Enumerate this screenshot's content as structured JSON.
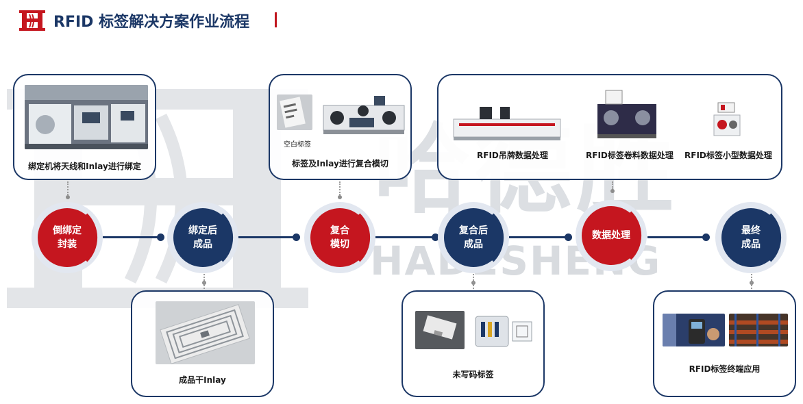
{
  "header": {
    "title": "RFID 标签解决方案作业流程"
  },
  "watermark": {
    "chinese": "哈德胜",
    "english": "HADESHENG"
  },
  "colors": {
    "navy": "#1b3766",
    "red": "#c5161f",
    "ring": "#e2e7f0"
  },
  "steps": [
    {
      "label": "倒绑定\n封装",
      "color": "red"
    },
    {
      "label": "绑定后\n成品",
      "color": "navy"
    },
    {
      "label": "复合\n模切",
      "color": "red"
    },
    {
      "label": "复合后\n成品",
      "color": "navy"
    },
    {
      "label": "数据处理",
      "color": "red"
    },
    {
      "label": "最终\n成品",
      "color": "navy"
    }
  ],
  "cards": {
    "binding": {
      "caption": "绑定机将天线和Inlay进行绑定"
    },
    "inlay": {
      "caption": "成品干Inlay"
    },
    "die_cut": {
      "caption": "标签及Inlay进行复合模切",
      "sub_label": "空白标签"
    },
    "blank_label": {
      "caption": "未写码标签"
    },
    "data": {
      "captions": [
        "RFID吊牌数据处理",
        "RFID标签卷料数据处理",
        "RFID标签小型数据处理"
      ]
    },
    "application": {
      "caption": "RFID标签终端应用"
    }
  }
}
